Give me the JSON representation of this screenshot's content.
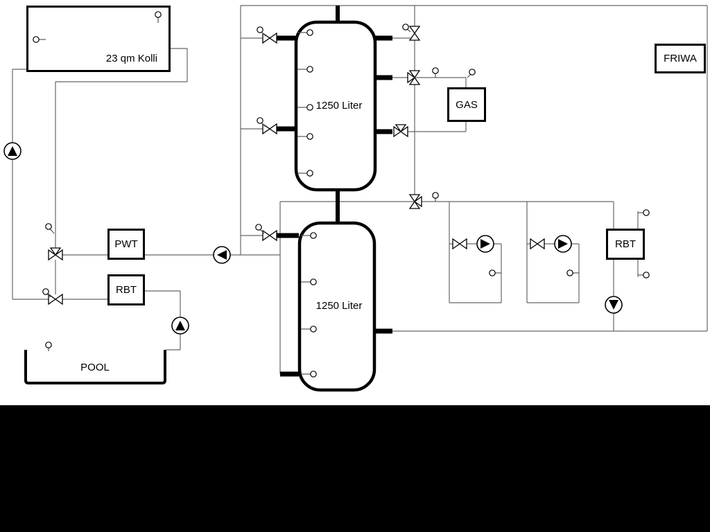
{
  "labels": {
    "collector": "23 qm Kolli",
    "tank_top": "1250 Liter",
    "tank_bottom": "1250 Liter",
    "friwa": "FRIWA",
    "gas": "GAS",
    "pwt": "PWT",
    "rbt_left": "RBT",
    "rbt_right": "RBT",
    "pool": "POOL"
  },
  "colors": {
    "thin_line": "#666666",
    "pipe": "#000000",
    "canvas": "#ffffff",
    "footer_bar": "#000000"
  },
  "icons": {
    "pump-icon": "circle with solid black triangle showing flow direction",
    "valve-icon": "two outlined triangles tip-to-tip (bowtie)",
    "three-way-valve-icon": "bowtie with third perpendicular triangle",
    "sensor-icon": "small open circle on a short stem"
  }
}
